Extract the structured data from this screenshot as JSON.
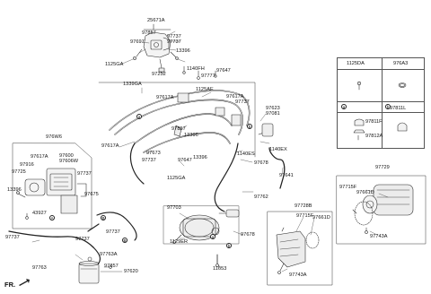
{
  "diagram": {
    "labels": [
      {
        "id": "l1",
        "text": "25671A"
      },
      {
        "id": "l2",
        "text": "97857"
      },
      {
        "id": "l3",
        "text": "97737"
      },
      {
        "id": "l4",
        "text": "97697"
      },
      {
        "id": "l5",
        "text": "97737"
      },
      {
        "id": "l6",
        "text": "13396"
      },
      {
        "id": "l7",
        "text": "1125GA"
      },
      {
        "id": "l8",
        "text": "1140FH"
      },
      {
        "id": "l9",
        "text": "97777"
      },
      {
        "id": "l10",
        "text": "97647"
      },
      {
        "id": "l11",
        "text": "97252"
      },
      {
        "id": "l12",
        "text": "1339GA"
      },
      {
        "id": "l13",
        "text": "1125AE"
      },
      {
        "id": "l14",
        "text": "97617A"
      },
      {
        "id": "l15",
        "text": "97617A"
      },
      {
        "id": "l16",
        "text": "97737"
      },
      {
        "id": "l17",
        "text": "97623"
      },
      {
        "id": "l18",
        "text": "97081"
      },
      {
        "id": "l19",
        "text": "97857"
      },
      {
        "id": "l20",
        "text": "13396"
      },
      {
        "id": "l21",
        "text": "97617A"
      },
      {
        "id": "l22",
        "text": "97673"
      },
      {
        "id": "l23",
        "text": "97737"
      },
      {
        "id": "l24",
        "text": "13396"
      },
      {
        "id": "l25",
        "text": "1140ES"
      },
      {
        "id": "l26",
        "text": "1140EX"
      },
      {
        "id": "l27",
        "text": "97647"
      },
      {
        "id": "l28",
        "text": "97678"
      },
      {
        "id": "l29",
        "text": "97641"
      },
      {
        "id": "l30",
        "text": "1125GA"
      },
      {
        "id": "l31",
        "text": "976W6"
      },
      {
        "id": "l32",
        "text": "97617A"
      },
      {
        "id": "l33",
        "text": "97725"
      },
      {
        "id": "l34",
        "text": "97916"
      },
      {
        "id": "l35",
        "text": "97600"
      },
      {
        "id": "l36",
        "text": "97606W"
      },
      {
        "id": "l37",
        "text": "97737"
      },
      {
        "id": "l38",
        "text": "13396"
      },
      {
        "id": "l39",
        "text": "97675"
      },
      {
        "id": "l40",
        "text": "43927"
      },
      {
        "id": "l41",
        "text": "97737"
      },
      {
        "id": "l42",
        "text": "97737"
      },
      {
        "id": "l43",
        "text": "97763"
      },
      {
        "id": "l44",
        "text": "97763A"
      },
      {
        "id": "l45",
        "text": "97857"
      },
      {
        "id": "l46",
        "text": "97620"
      },
      {
        "id": "l47",
        "text": "97703"
      },
      {
        "id": "l48",
        "text": "1129ER"
      },
      {
        "id": "l49",
        "text": "97762"
      },
      {
        "id": "l50",
        "text": "97678"
      },
      {
        "id": "l51",
        "text": "11653"
      },
      {
        "id": "l52",
        "text": "97729"
      },
      {
        "id": "l53",
        "text": "97715F"
      },
      {
        "id": "l54",
        "text": "97661D"
      },
      {
        "id": "l55",
        "text": "97743A"
      },
      {
        "id": "l56",
        "text": "97728B"
      },
      {
        "id": "l57",
        "text": "97715F"
      },
      {
        "id": "l58",
        "text": "97661D"
      },
      {
        "id": "l59",
        "text": "97743A"
      },
      {
        "id": "l60",
        "text": "97737"
      }
    ],
    "callouts": {
      "a1": "a",
      "b1": "b",
      "a2": "a",
      "b2": "b",
      "A1": "A",
      "B1": "B",
      "B2": "B"
    },
    "legend": {
      "col1_header": "1125DA",
      "col2_header": "976A3",
      "a_marker": "a",
      "b_marker": "b",
      "a_part": "97811F",
      "a_part2": "97812A",
      "b_part": "97811L"
    },
    "orientation": "FR."
  }
}
